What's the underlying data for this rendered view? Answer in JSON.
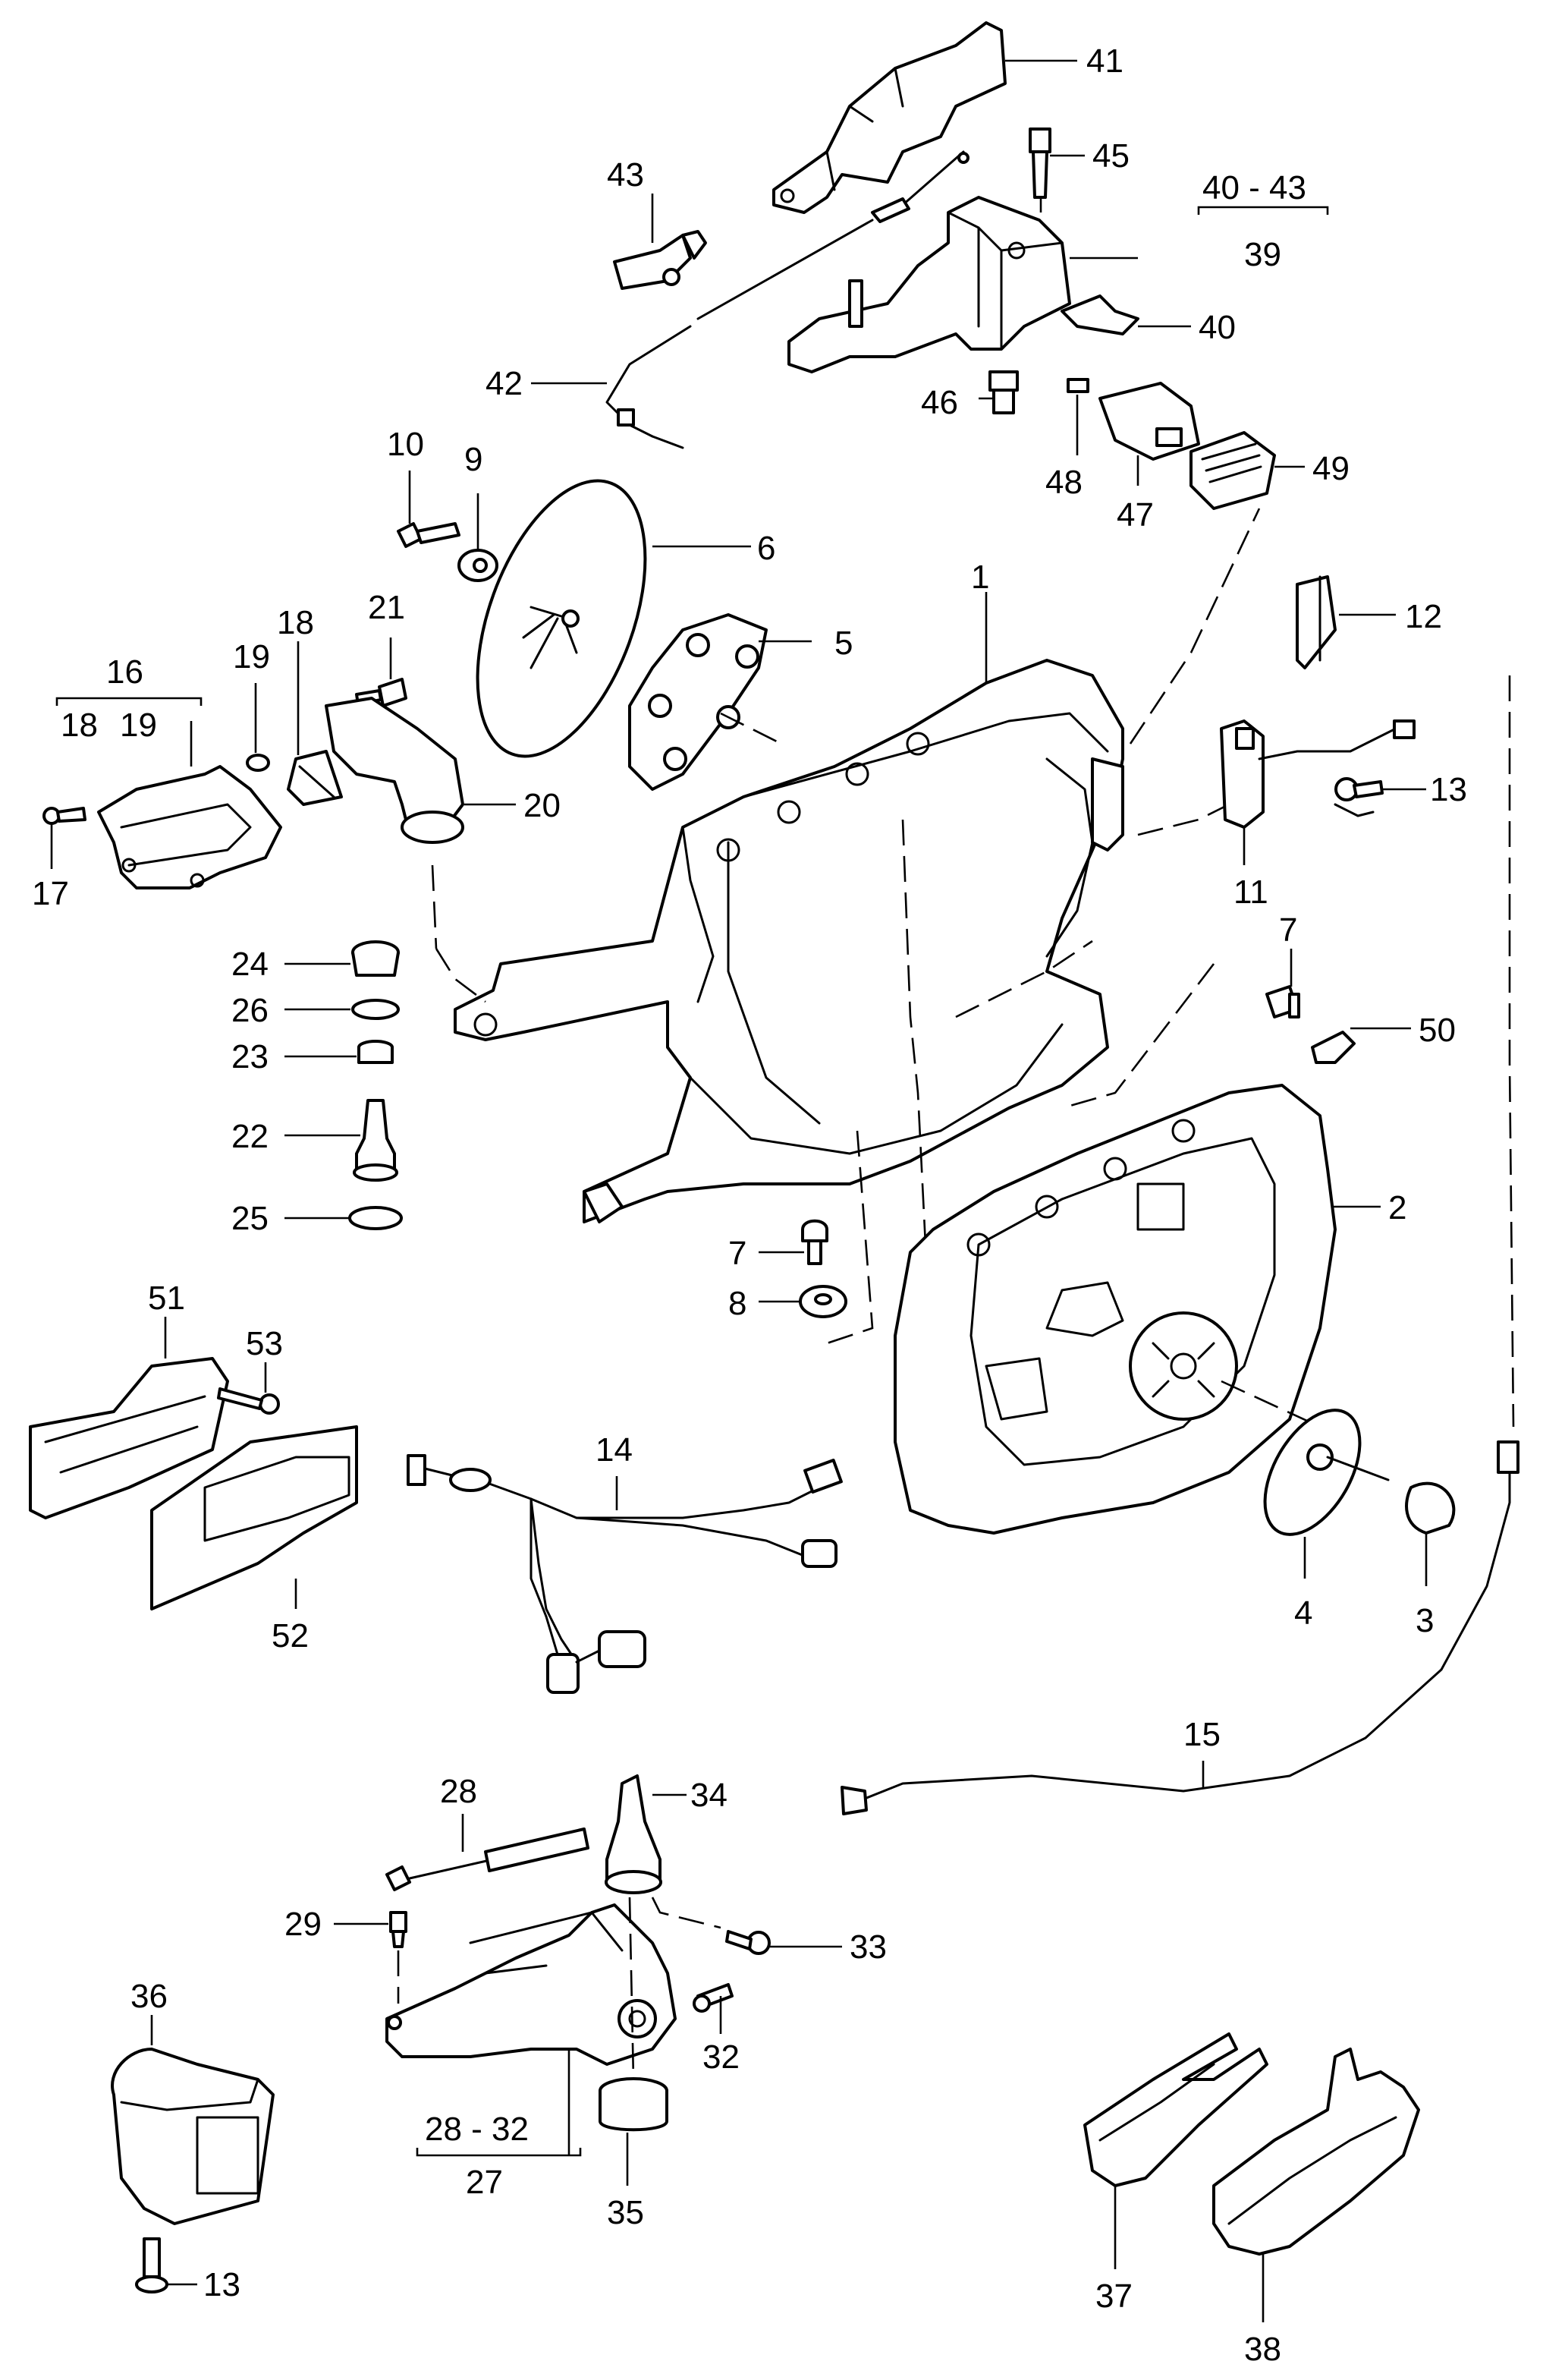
{
  "labels": {
    "p1": "1",
    "p2": "2",
    "p3": "3",
    "p4": "4",
    "p5": "5",
    "p6": "6",
    "p7a": "7",
    "p7b": "7",
    "p8": "8",
    "p9": "9",
    "p10": "10",
    "p11": "11",
    "p12": "12",
    "p13a": "13",
    "p13b": "13",
    "p14": "14",
    "p15": "15",
    "p16": "16",
    "p16_sub1": "18",
    "p16_sub2": "19",
    "p17": "17",
    "p18": "18",
    "p19": "19",
    "p20": "20",
    "p21": "21",
    "p22": "22",
    "p23": "23",
    "p24": "24",
    "p25": "25",
    "p26": "26",
    "p27": "27",
    "p27_range": "28 - 32",
    "p28": "28",
    "p29": "29",
    "p32": "32",
    "p33": "33",
    "p34": "34",
    "p35": "35",
    "p36": "36",
    "p37": "37",
    "p38": "38",
    "p39": "39",
    "p39_range": "40 - 43",
    "p40": "40",
    "p41": "41",
    "p42": "42",
    "p43": "43",
    "p45": "45",
    "p46": "46",
    "p47": "47",
    "p48": "48",
    "p49": "49",
    "p50": "50",
    "p51": "51",
    "p52": "52",
    "p53": "53"
  }
}
